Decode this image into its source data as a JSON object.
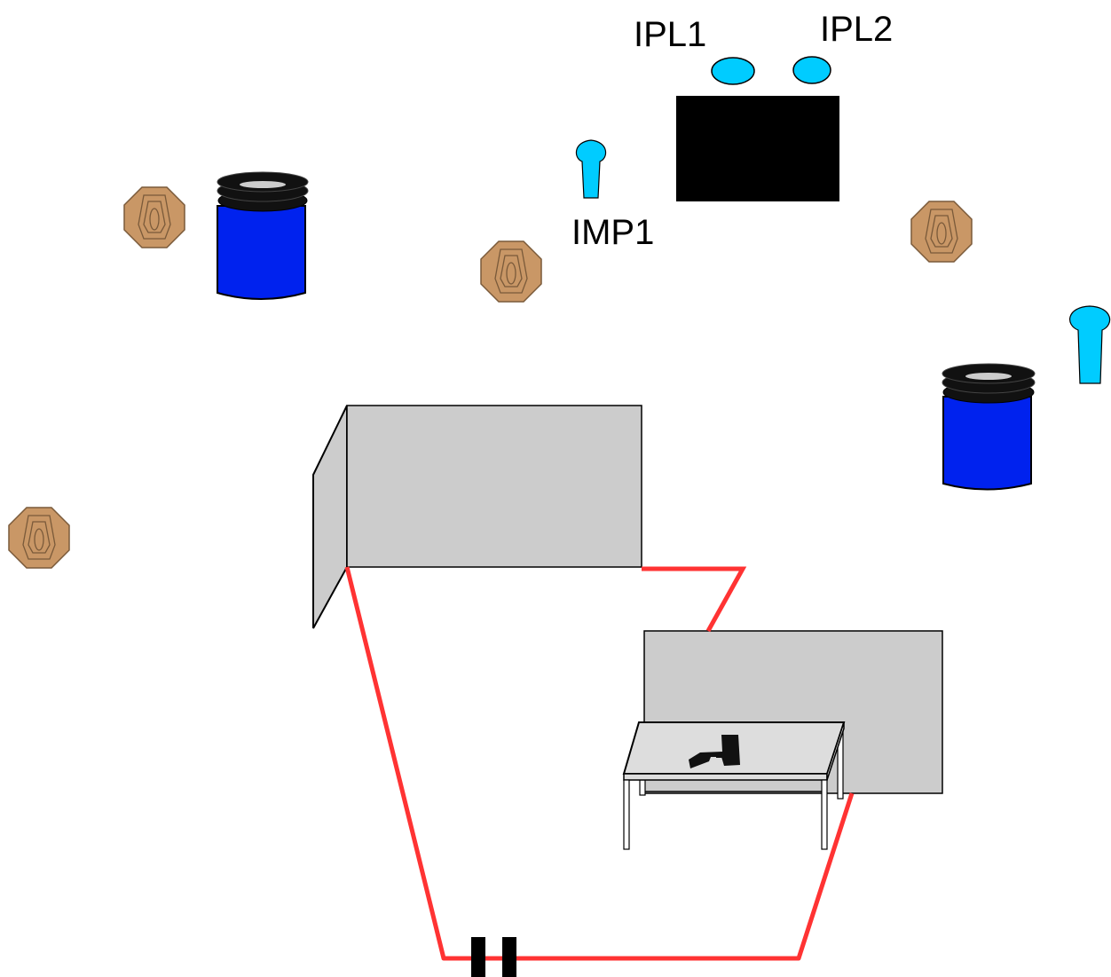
{
  "labels": {
    "ipl1": "IPL1",
    "ipl2": "IPL2",
    "imp1": "IMP1"
  },
  "colors": {
    "target": "#C99766",
    "target_stroke": "#7a5a3a",
    "barrel": "#0022EE",
    "barrel_top": "#111111",
    "popper": "#00CCFF",
    "wall": "#CCCCCC",
    "fault_line": "#FF3333",
    "table_top": "#DDDDDD"
  },
  "icons": {
    "target": "paper-target-icon",
    "barrel": "barrel-icon",
    "popper": "steel-popper-icon",
    "plate": "steel-plate-icon",
    "pistol": "pistol-icon",
    "start": "start-marker-icon"
  }
}
